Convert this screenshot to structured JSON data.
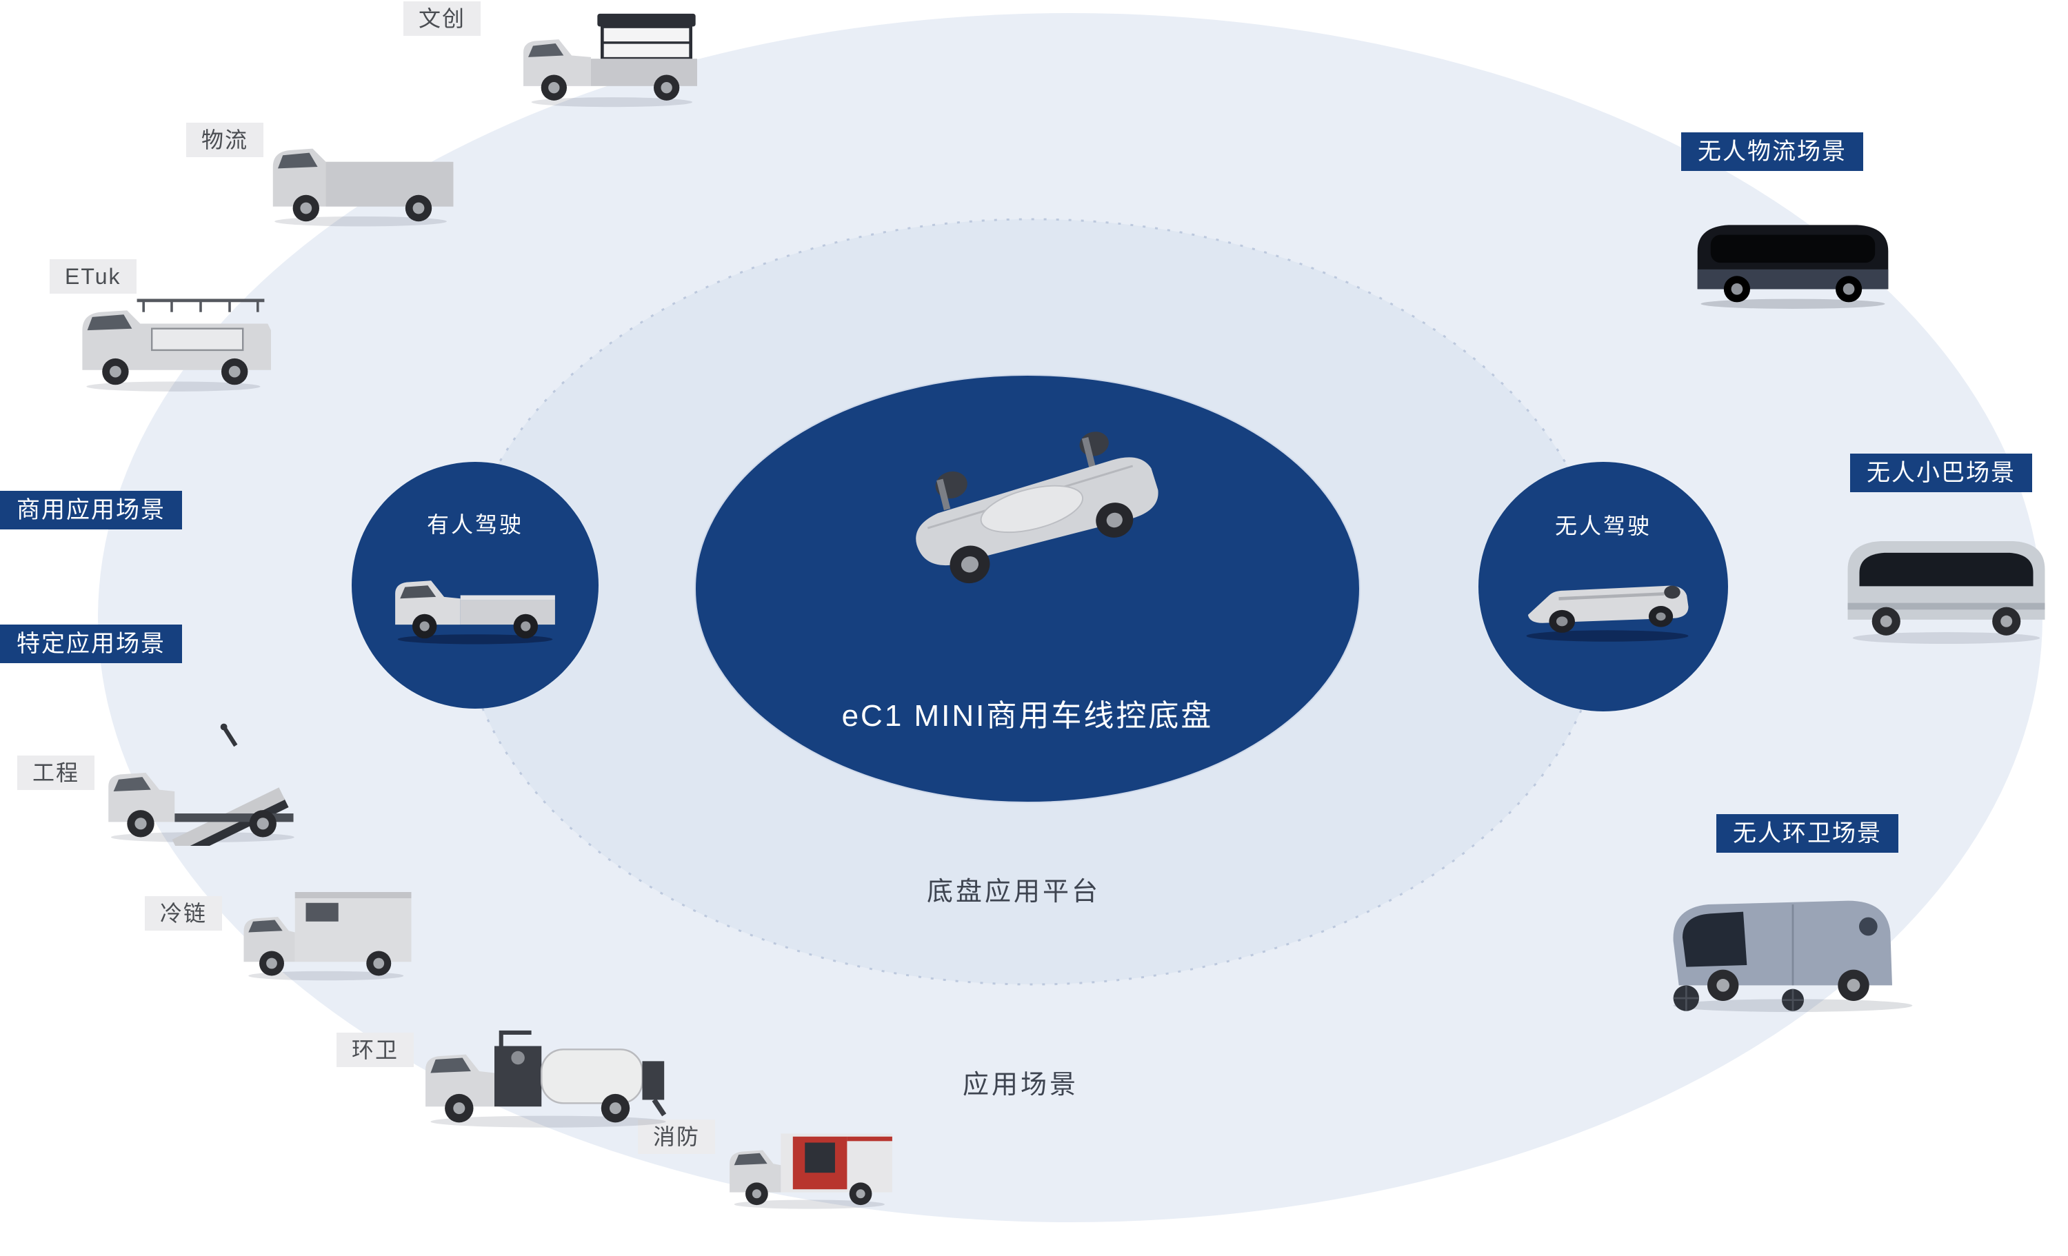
{
  "colors": {
    "navy": "#16407f",
    "outer_ring_fill": "#e9eef6",
    "middle_ring_fill": "#dfe7f2",
    "gray_label_bg": "#ececee",
    "fire_red": "#b8352e"
  },
  "center": {
    "title": "eC1 MINI商用车线控底盘"
  },
  "rings": {
    "platform_label": "底盘应用平台",
    "scenario_label": "应用场景"
  },
  "driving_modes": {
    "manned": "有人驾驶",
    "unmanned": "无人驾驶"
  },
  "left_badges": [
    {
      "label": "商用应用场景"
    },
    {
      "label": "特定应用场景"
    }
  ],
  "left_vehicles": [
    {
      "label": "文创"
    },
    {
      "label": "物流"
    },
    {
      "label": "ETuk"
    },
    {
      "label": "工程"
    },
    {
      "label": "冷链"
    },
    {
      "label": "环卫"
    },
    {
      "label": "消防"
    }
  ],
  "right_scenarios": [
    {
      "label": "无人物流场景"
    },
    {
      "label": "无人小巴场景"
    },
    {
      "label": "无人环卫场景"
    }
  ]
}
